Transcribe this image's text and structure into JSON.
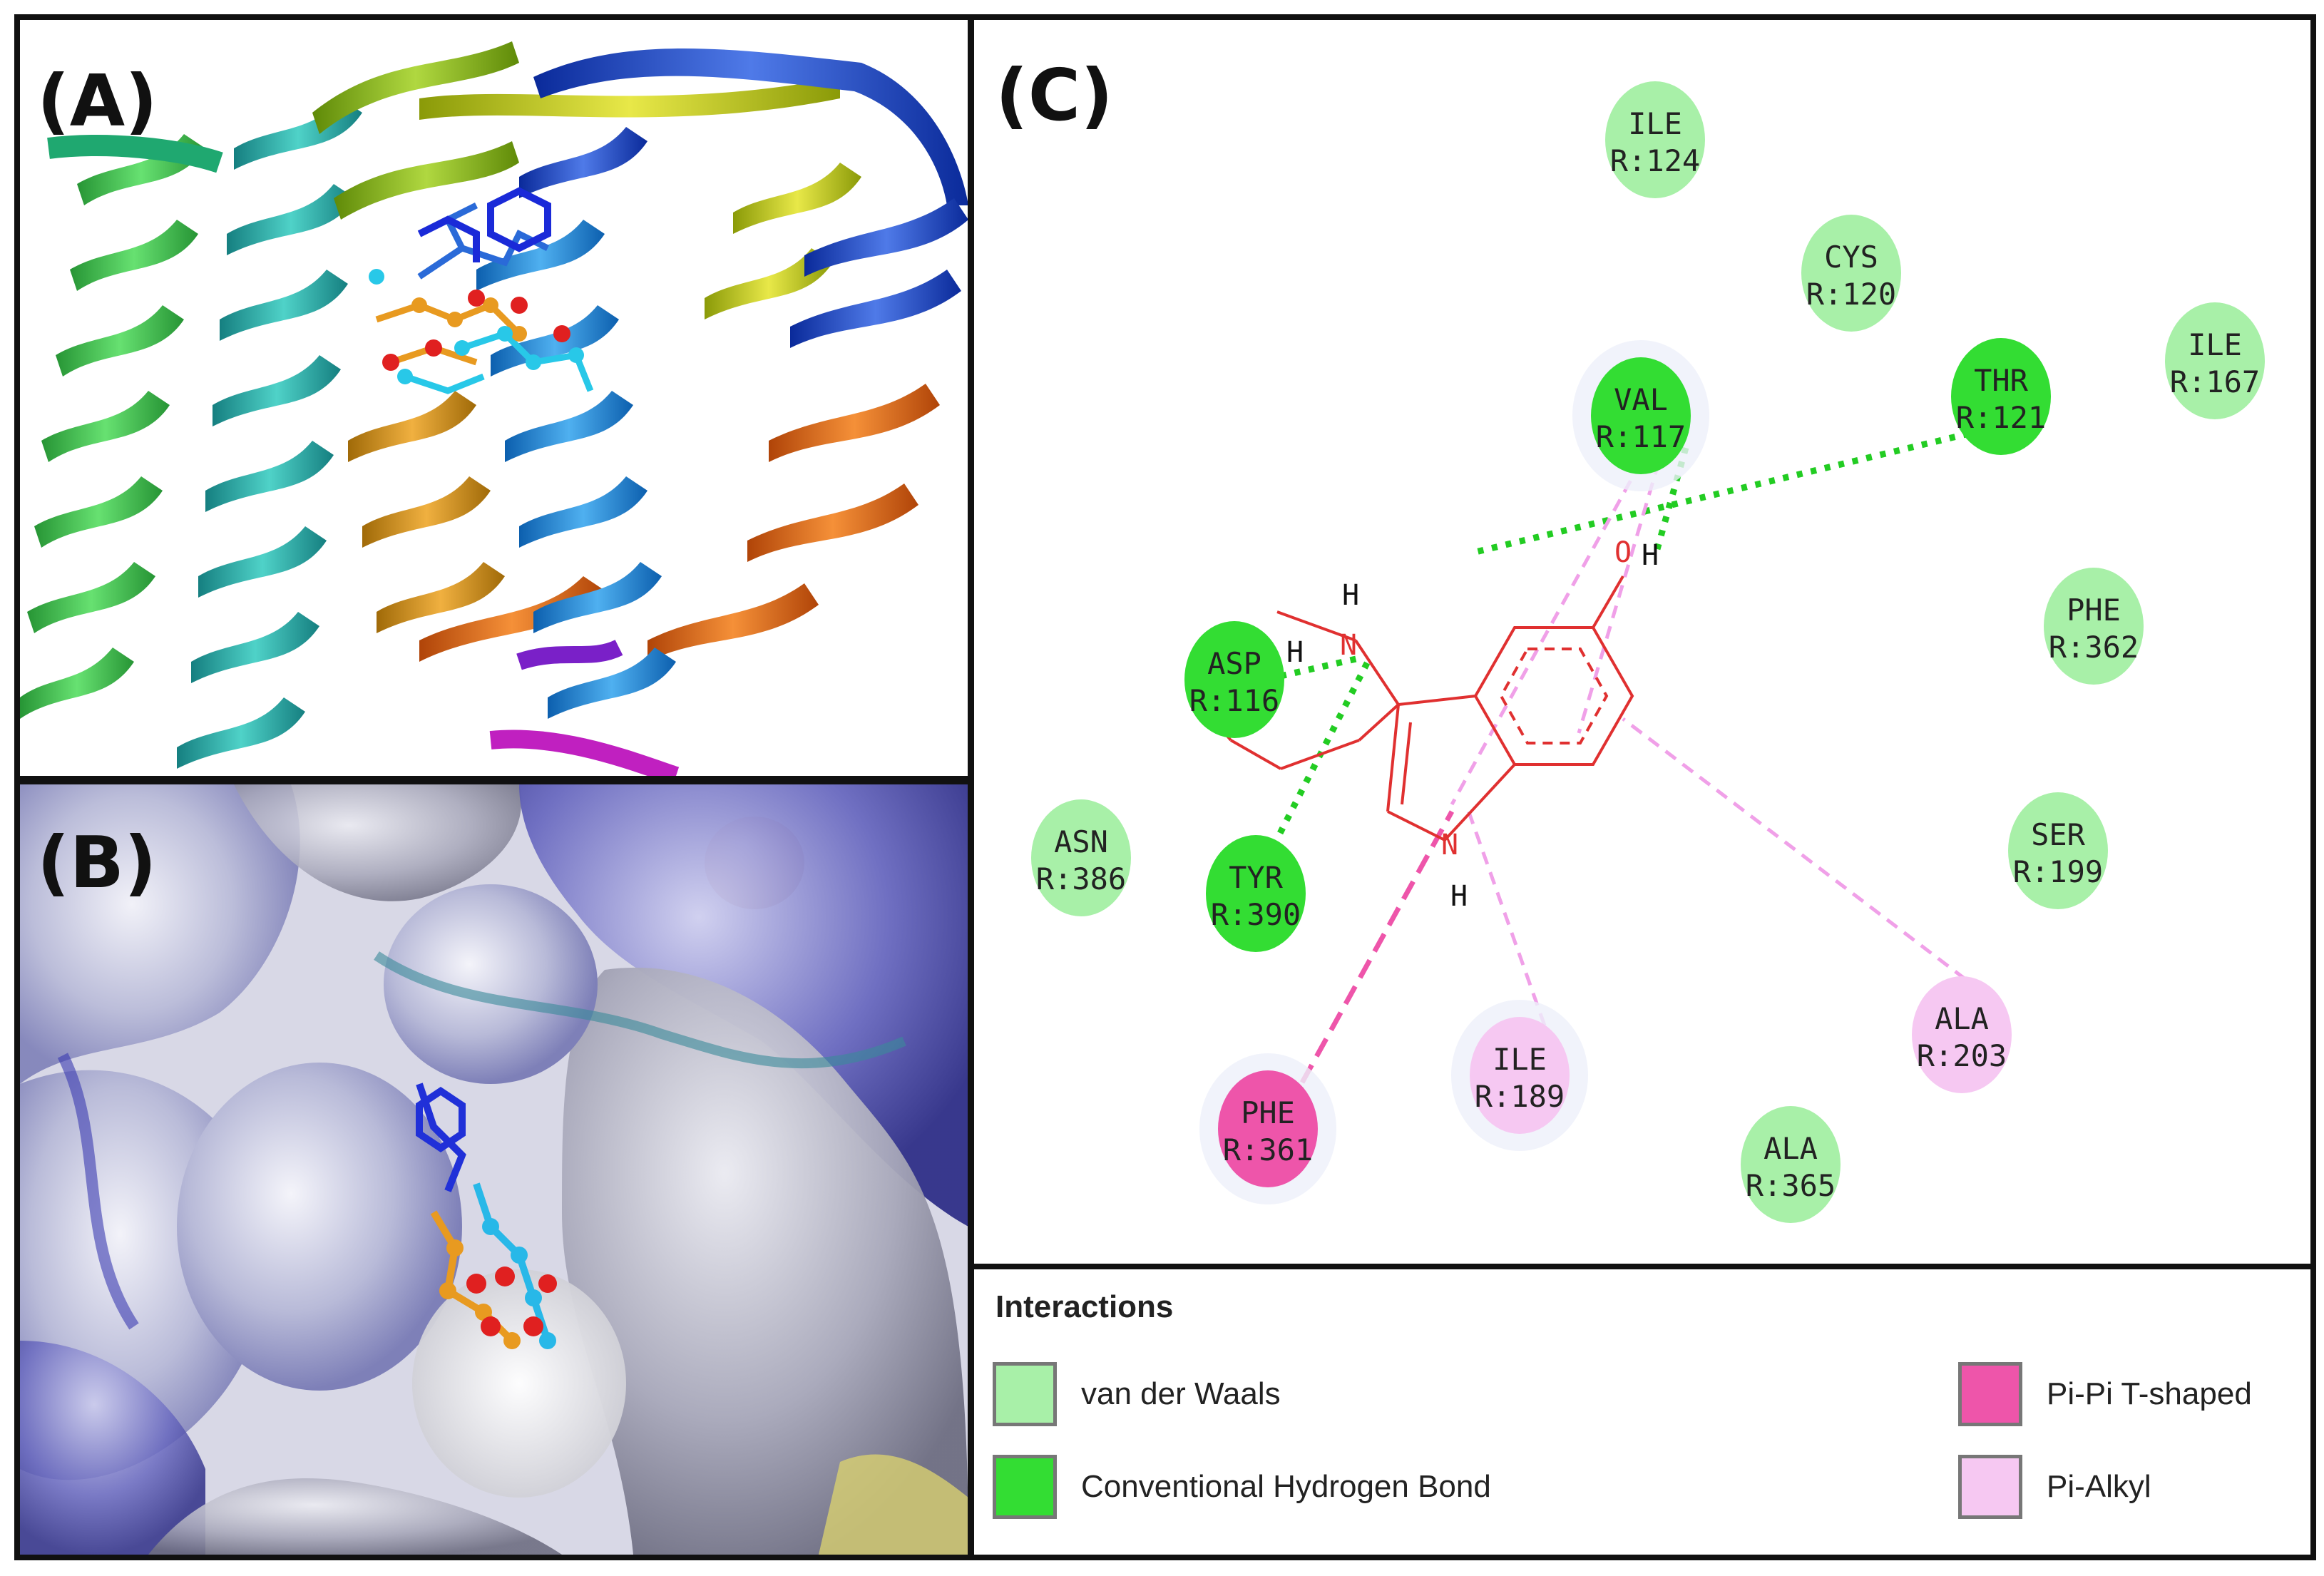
{
  "panels": {
    "a": {
      "label": "(A)"
    },
    "b": {
      "label": "(B)"
    },
    "c": {
      "label": "(C)"
    }
  },
  "colors": {
    "van_der_waals": "#a8f0a8",
    "hydrogen_bond": "#33dd33",
    "pi_pi_t_shaped": "#ee55aa",
    "pi_alkyl": "#f6c8f2",
    "ligand": "#e03030",
    "hbond_line": "#22cc22",
    "pi_line": "#f0a0e8"
  },
  "residues": [
    {
      "id": "ile124",
      "name": "ILE",
      "num": "R:124",
      "type": "van_der_waals"
    },
    {
      "id": "cys120",
      "name": "CYS",
      "num": "R:120",
      "type": "van_der_waals"
    },
    {
      "id": "ile167",
      "name": "ILE",
      "num": "R:167",
      "type": "van_der_waals"
    },
    {
      "id": "val117",
      "name": "VAL",
      "num": "R:117",
      "type": "hydrogen_bond"
    },
    {
      "id": "thr121",
      "name": "THR",
      "num": "R:121",
      "type": "hydrogen_bond"
    },
    {
      "id": "phe362",
      "name": "PHE",
      "num": "R:362",
      "type": "van_der_waals"
    },
    {
      "id": "asp116",
      "name": "ASP",
      "num": "R:116",
      "type": "hydrogen_bond"
    },
    {
      "id": "asn386",
      "name": "ASN",
      "num": "R:386",
      "type": "van_der_waals"
    },
    {
      "id": "tyr390",
      "name": "TYR",
      "num": "R:390",
      "type": "hydrogen_bond"
    },
    {
      "id": "ser199",
      "name": "SER",
      "num": "R:199",
      "type": "van_der_waals"
    },
    {
      "id": "ala203",
      "name": "ALA",
      "num": "R:203",
      "type": "pi_alkyl"
    },
    {
      "id": "ile189",
      "name": "ILE",
      "num": "R:189",
      "type": "pi_alkyl"
    },
    {
      "id": "phe361",
      "name": "PHE",
      "num": "R:361",
      "type": "pi_pi_t_shaped"
    },
    {
      "id": "ala365",
      "name": "ALA",
      "num": "R:365",
      "type": "van_der_waals"
    }
  ],
  "atoms": {
    "n_amine": "N",
    "h_amine_top": "H",
    "h_amine_left": "H",
    "o_hydroxyl": "O",
    "h_hydroxyl": "H",
    "n_indole": "N",
    "h_indole": "H"
  },
  "legend": {
    "title": "Interactions",
    "items": [
      {
        "key": "van_der_waals",
        "label": "van der Waals"
      },
      {
        "key": "hydrogen_bond",
        "label": "Conventional Hydrogen Bond"
      },
      {
        "key": "pi_pi_t_shaped",
        "label": "Pi-Pi T-shaped"
      },
      {
        "key": "pi_alkyl",
        "label": "Pi-Alkyl"
      }
    ]
  }
}
